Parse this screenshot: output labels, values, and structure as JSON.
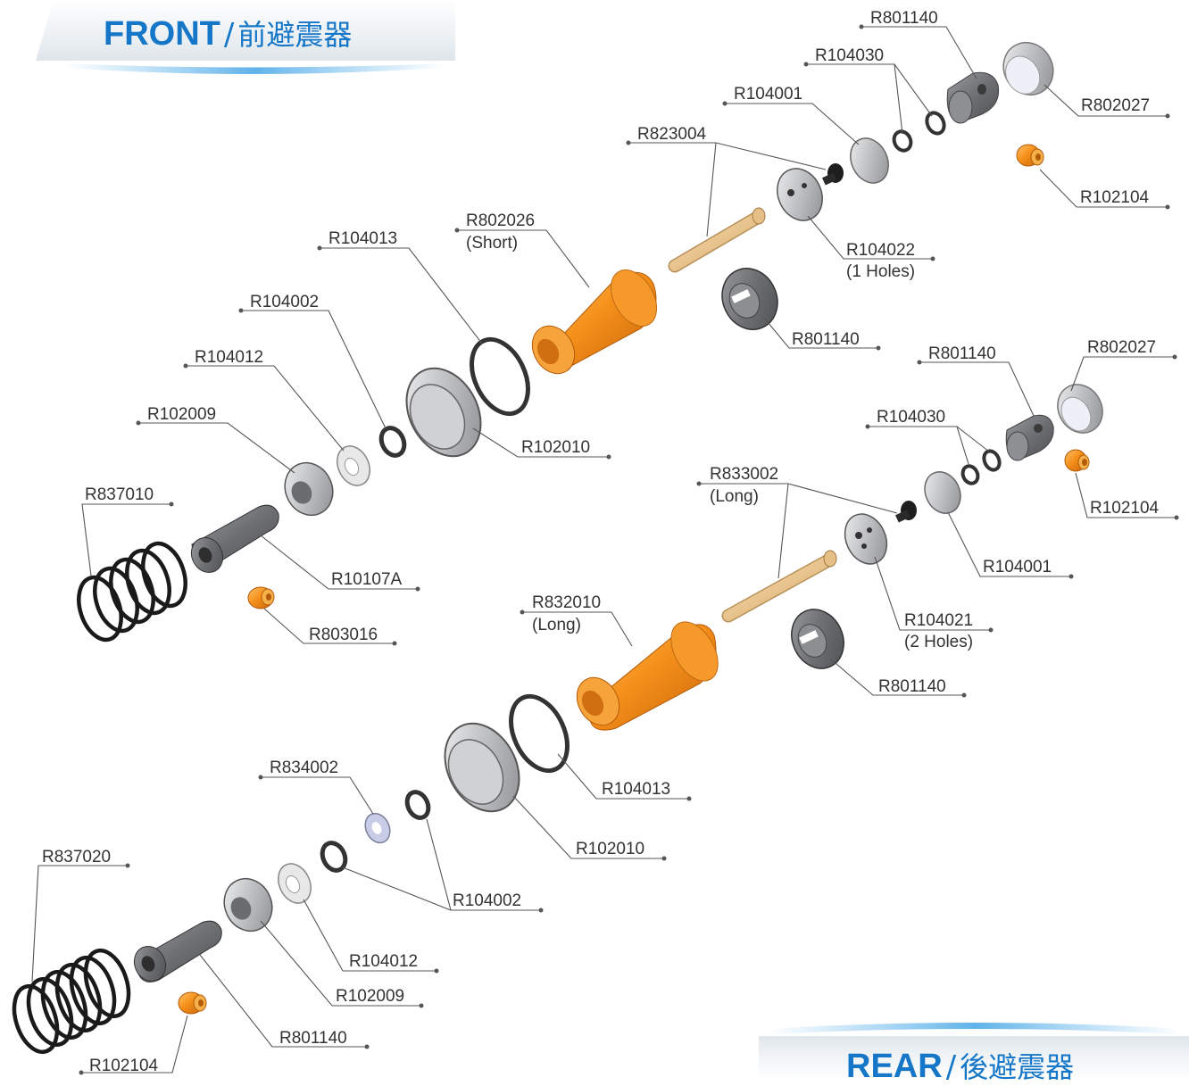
{
  "front": {
    "title": "FRONT",
    "separator": "/",
    "subtitle": "前避震器"
  },
  "rear": {
    "title": "REAR",
    "separator": "/",
    "subtitle": "後避震器"
  },
  "colors": {
    "accent": "#1677c8",
    "orange": "#f08a12",
    "gray": "#6d6f72",
    "brass": "#e9c48e"
  },
  "labels": {
    "f_r801140_top": "R801140",
    "f_r104030": "R104030",
    "f_r802027": "R802027",
    "f_r104001": "R104001",
    "f_r823004": "R823004",
    "f_r102104": "R102104",
    "f_r802026": "R802026",
    "f_r802026_note": "(Short)",
    "f_r104013": "R104013",
    "f_r104022": "R104022",
    "f_r104022_note": "(1 Holes)",
    "f_r104002": "R104002",
    "f_r801140_mid": "R801140",
    "f_r104012": "R104012",
    "f_r102010": "R102010",
    "f_r102009": "R102009",
    "f_r837010": "R837010",
    "f_r10107a": "R10107A",
    "f_r803016": "R803016",
    "r_r801140_top": "R801140",
    "r_r802027": "R802027",
    "r_r104030": "R104030",
    "r_r833002": "R833002",
    "r_r833002_note": "(Long)",
    "r_r102104": "R102104",
    "r_r104001": "R104001",
    "r_r832010": "R832010",
    "r_r832010_note": "(Long)",
    "r_r104021": "R104021",
    "r_r104021_note": "(2 Holes)",
    "r_r801140_mid": "R801140",
    "r_r834002": "R834002",
    "r_r104013": "R104013",
    "r_r102010": "R102010",
    "r_r837020": "R837020",
    "r_r104002": "R104002",
    "r_r104012": "R104012",
    "r_r102009": "R102009",
    "r_r801140_end": "R801140"
  }
}
